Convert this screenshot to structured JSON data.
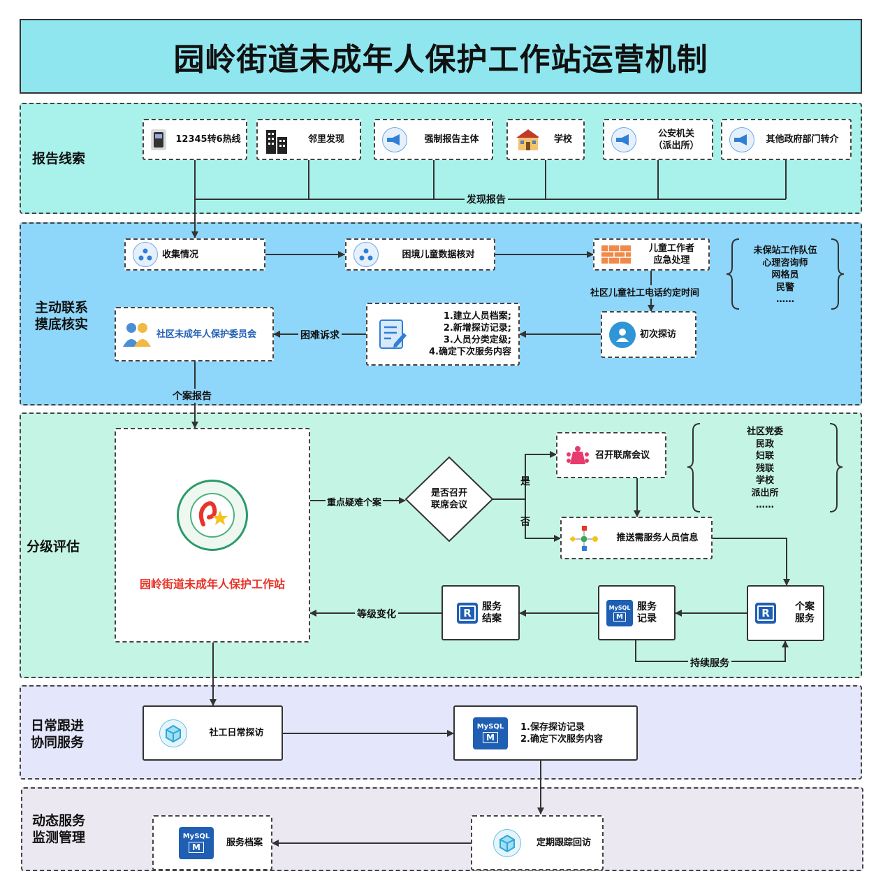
{
  "title": "园岭街道未成年人保护工作站运营机制",
  "colors": {
    "band1": "#a9f2ec",
    "band2": "#8ed6fa",
    "band3": "#c4f5e4",
    "band4": "#e4e6fb",
    "band5": "#ece8f2",
    "title_bg": "#8fe6ee",
    "accent_red": "#e8352b"
  },
  "bands": {
    "report": "报告线索",
    "contact": "主动联系\n摸底核实",
    "assess": "分级评估",
    "daily": "日常跟进\n协同服务",
    "dynamic": "动态服务\n监测管理"
  },
  "sources": [
    {
      "label": "12345转6热线",
      "icon": "phone-icon"
    },
    {
      "label": "邻里发现",
      "icon": "building-icon"
    },
    {
      "label": "强制报告主体",
      "icon": "megaphone-icon"
    },
    {
      "label": "学校",
      "icon": "school-icon"
    },
    {
      "label": "公安机关\n（派出所）",
      "icon": "megaphone-icon"
    },
    {
      "label": "其他政府部门转介",
      "icon": "megaphone-icon"
    }
  ],
  "edges": {
    "discover": "发现报告",
    "phone_appoint": "社区儿童社工电话约定时间",
    "difficulty": "困难诉求",
    "case_report": "个案报告",
    "key_case": "重点疑难个案",
    "yes": "是",
    "no": "否",
    "level_change": "等级变化",
    "continue": "持续服务"
  },
  "contact": {
    "collect": "收集情况",
    "verify": "困境儿童数据核对",
    "emergency": "儿童工作者\n应急处理",
    "first_visit": "初次探访",
    "tasks": "1.建立人员档案;\n2.新增探访记录;\n3.人员分类定级;\n4.确定下次服务内容",
    "committee": "社区未成年人保护委员会",
    "team": "未保站工作队伍\n心理咨询师\n网格员\n民警\n……"
  },
  "assess": {
    "station": "园岭街道未成年人保护工作站",
    "decision": "是否召开\n联席会议",
    "meeting": "召开联席会议",
    "push": "推送需服务人员信息",
    "case_service": "个案\n服务",
    "service_record": "服务\n记录",
    "service_close": "服务\n结案",
    "parties": "社区党委\n民政\n妇联\n残联\n学校\n派出所\n……"
  },
  "daily": {
    "visit": "社工日常探访",
    "record": "1.保存探访记录\n2.确定下次服务内容"
  },
  "dynamic": {
    "archive": "服务档案",
    "followup": "定期跟踪回访"
  },
  "icons": {
    "mysql": "MySQL",
    "mysql_sub": "M",
    "r": "R"
  }
}
